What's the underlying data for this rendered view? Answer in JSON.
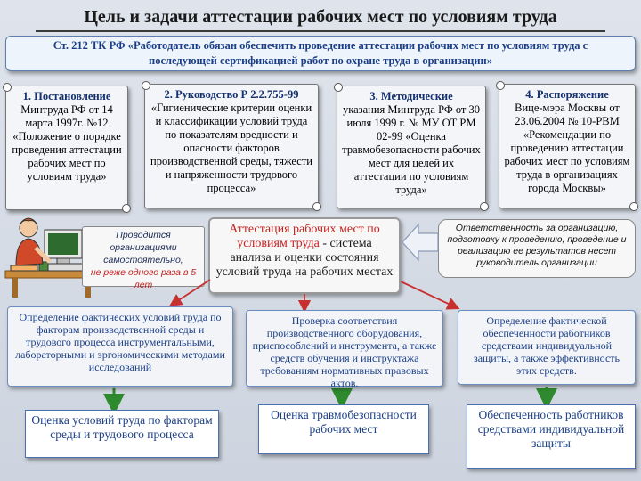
{
  "title": "Цель и задачи аттестации рабочих мест по условиям труда",
  "quote": "Ст. 212 ТК РФ «Работодатель обязан обеспечить проведение аттестации рабочих мест по условиям труда с последующей сертификацией работ по охране труда в организации»",
  "documents": [
    {
      "number": "1. Постановление",
      "text": "Минтруда РФ от 14 марта 1997г. №12 «Положение о порядке проведения аттестации рабочих мест по условиям труда»"
    },
    {
      "number": "2. Руководство Р 2.2.755-99",
      "text": "«Гигиенические критерии оценки и классификации условий труда по показателям вредности и опасности факторов производственной среды, тяжести и напряженности трудового процесса»"
    },
    {
      "number": "3. Методические",
      "text": "указания Минтруда РФ от 30 июля 1999 г. № МУ ОТ РМ 02-99 «Оценка травмобезопасности рабочих мест для целей их аттестации по условиям труда»"
    },
    {
      "number": "4. Распоряжение",
      "text": "Вице-мэра Москвы от 23.06.2004 № 10-РВМ «Рекомендации по проведению аттестации рабочих мест по условиям труда в организациях города Москвы»"
    }
  ],
  "note": {
    "main": "Проводится организациями самостоятельно,",
    "highlight": "не реже одного раза в 5 лет"
  },
  "center": {
    "highlight": "Аттестация рабочих мест по условиям труда",
    "rest": " - система анализа и оценки состояния условий труда на рабочих местах"
  },
  "responsibility": "Ответственность за организацию, подготовку к проведению, проведение и реализацию ее результатов несет руководитель организации",
  "processes": [
    "Определение фактических условий труда по факторам производственной среды и трудового процесса инструментальными, лабораторными и эргономическими методами исследований",
    "Проверка соответствия производственного оборудования, приспособлений и инструмента, а также средств обучения и инструктажа требованиям нормативных правовых актов.",
    "Определение фактической обеспеченности работников средствами индивидуальной защиты, а также эффективность этих средств."
  ],
  "results": [
    "Оценка условий труда по факторам среды и трудового процесса",
    "Оценка травмобезопасности рабочих мест",
    "Обеспеченность работников средствами индивидуальной защиты"
  ],
  "colors": {
    "accent_blue": "#1b3f86",
    "highlight_red": "#c81e1e",
    "arrow_green": "#2f8a2f",
    "arrow_red": "#c83030"
  }
}
